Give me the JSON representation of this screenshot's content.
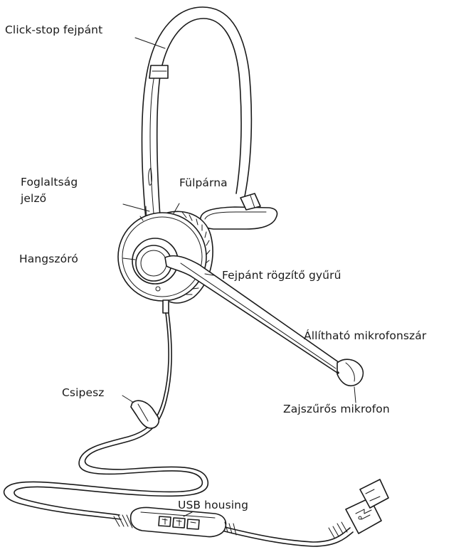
{
  "labels": {
    "headband": "Click-stop fejpánt",
    "busy_light_line1": "Foglaltság",
    "busy_light_line2": "jelző",
    "ear_cushion": "Fülpárna",
    "speaker": "Hangszóró",
    "headband_ring": "Fejpánt rögzítő gyűrű",
    "mic_boom": "Állítható mikrofonszár",
    "clip": "Csipesz",
    "noise_mic": "Zajszűrős mikrofon",
    "usb_housing": "USB housing"
  }
}
